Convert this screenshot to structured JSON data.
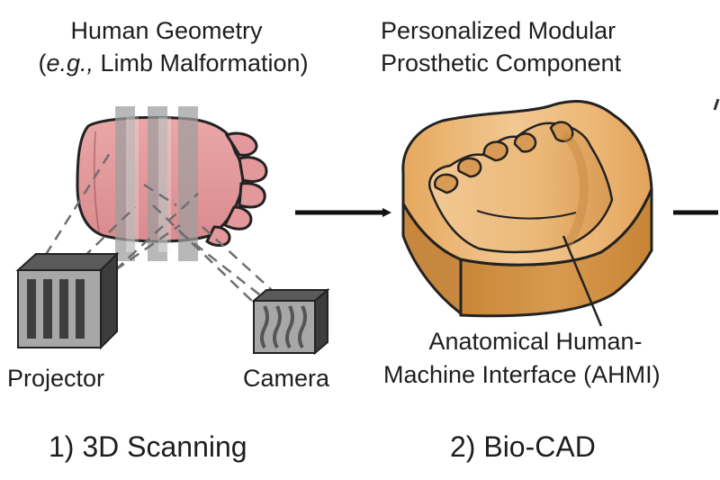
{
  "panel1": {
    "title_line1": "Human Geometry",
    "title_line2_italic": "e.g.,",
    "title_line2_rest": " Limb Malformation)",
    "title_line2_open": "(",
    "label_projector": "Projector",
    "label_camera": "Camera",
    "step": "1) 3D Scanning"
  },
  "panel2": {
    "title_line1": "Personalized Modular",
    "title_line2": "Prosthetic Component",
    "annotation_line1": "Anatomical Human-",
    "annotation_line2": "Machine Interface (AHMI)",
    "step": "2) Bio-CAD"
  },
  "colors": {
    "skin": "#e8a4a4",
    "skin_dark": "#b45e62",
    "socket_light": "#f0c285",
    "socket_mid": "#e3a861",
    "socket_dark": "#c07a34",
    "device_dark": "#4a4a4a",
    "device_face": "#9a9a9a",
    "stripe": "#8c8c8c"
  },
  "icons": [
    "hand-icon",
    "projector-icon",
    "camera-icon",
    "socket-icon",
    "arrow-icon"
  ]
}
